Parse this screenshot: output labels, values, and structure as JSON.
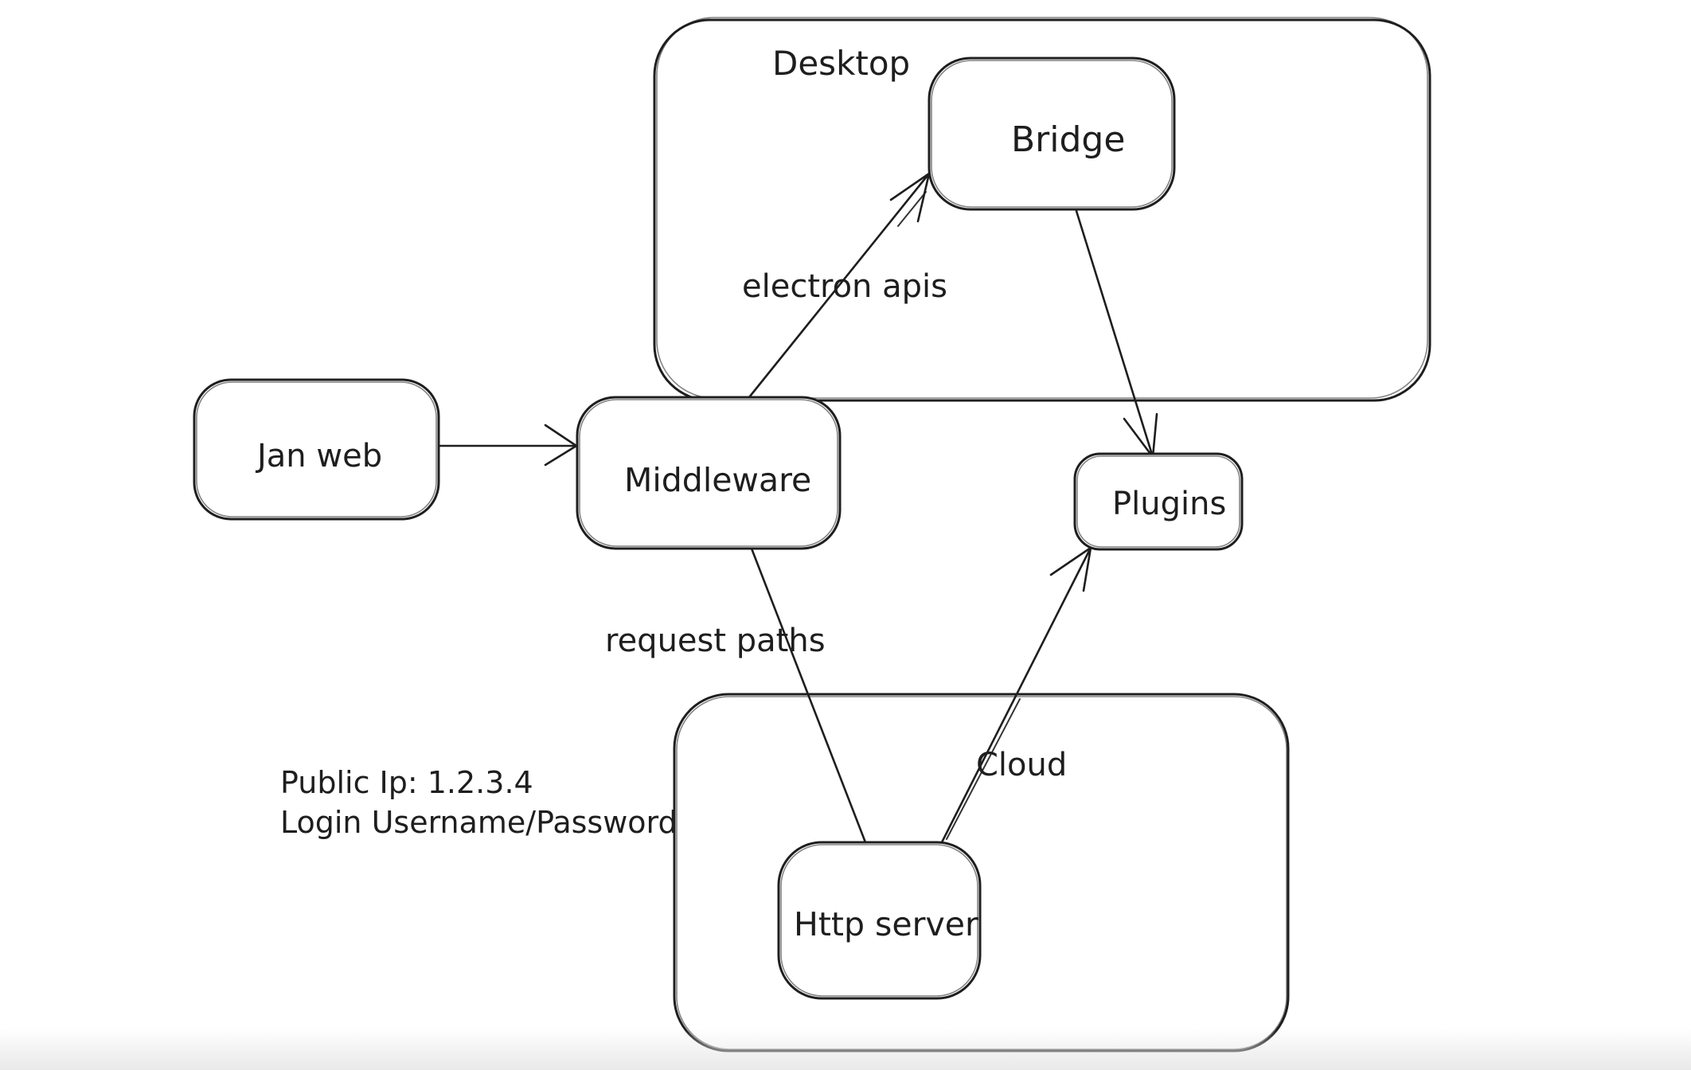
{
  "app": {
    "kind": "hand-drawn architecture diagram"
  },
  "colors": {
    "background": "#ffffff",
    "stroke": "#1e1e1e",
    "text": "#1e1e1e",
    "bottom_fade": "#e9e9e9"
  },
  "diagram": {
    "containers": [
      {
        "id": "desktop",
        "label": "Desktop"
      },
      {
        "id": "cloud",
        "label": "Cloud"
      }
    ],
    "nodes": [
      {
        "id": "jan-web",
        "label": "Jan web"
      },
      {
        "id": "middleware",
        "label": "Middleware"
      },
      {
        "id": "bridge",
        "label": "Bridge",
        "container": "Desktop"
      },
      {
        "id": "plugins",
        "label": "Plugins"
      },
      {
        "id": "http-server",
        "label": "Http server",
        "container": "Cloud"
      }
    ],
    "edges": [
      {
        "id": "janweb-to-middleware",
        "from": "Jan web",
        "to": "Middleware",
        "arrowhead": "end"
      },
      {
        "id": "middleware-to-bridge",
        "from": "Middleware",
        "to": "Bridge",
        "arrowhead": "end",
        "label": "electron apis"
      },
      {
        "id": "bridge-to-plugins",
        "from": "Bridge",
        "to": "Plugins",
        "arrowhead": "end"
      },
      {
        "id": "middleware-to-http",
        "from": "Middleware",
        "to": "Http server",
        "arrowhead": "none",
        "label": "request paths"
      },
      {
        "id": "http-to-plugins",
        "from": "Http server",
        "to": "Plugins",
        "arrowhead": "end"
      }
    ],
    "annotations": [
      {
        "id": "public-ip",
        "label": "Public Ip: 1.2.3.4"
      },
      {
        "id": "login",
        "label": "Login Username/Password"
      }
    ]
  }
}
